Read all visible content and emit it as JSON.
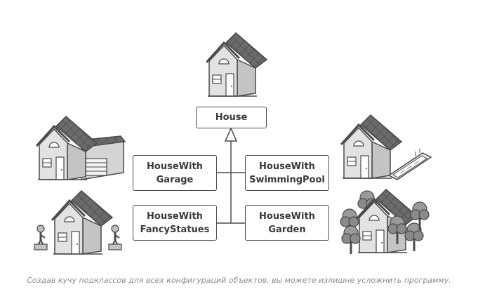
{
  "classes": {
    "base": "House",
    "garage": [
      "HouseWith",
      "Garage"
    ],
    "pool": [
      "HouseWith",
      "SwimmingPool"
    ],
    "statues": [
      "HouseWith",
      "FancyStatues"
    ],
    "garden": [
      "HouseWith",
      "Garden"
    ]
  },
  "caption": "Создав кучу подклассов для всех конфигураций объектов, вы можете излишне усложнить программу.",
  "colors": {
    "roof": "#6b6b6b",
    "wall": "#d9d9d9",
    "outline": "#4a4a4a",
    "caption": "#8a8a8a"
  }
}
